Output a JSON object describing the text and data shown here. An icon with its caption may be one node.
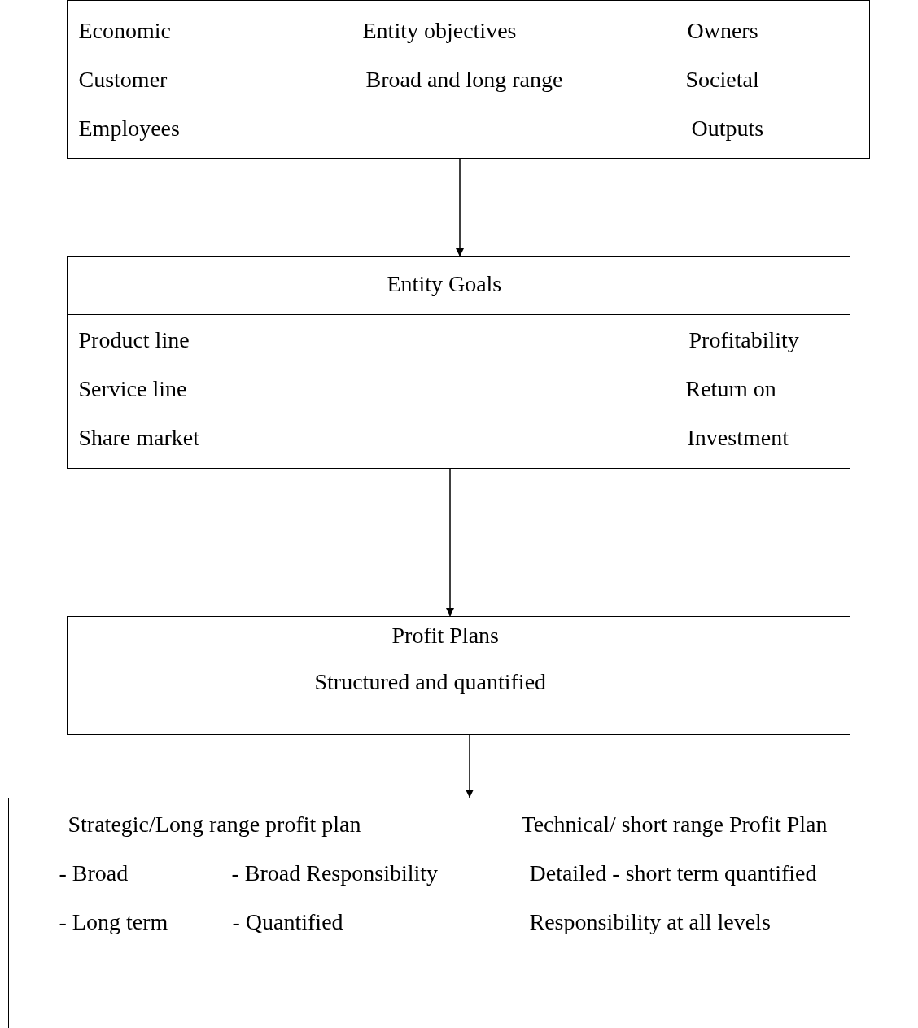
{
  "diagram": {
    "nodes": [
      {
        "text": [
          "Economic",
          "Entity objectives",
          "Owners",
          "Customer",
          "Broad and long range",
          "Societal",
          "Employees",
          "Outputs"
        ]
      },
      {
        "text": [
          "Entity Goals",
          "Product line",
          "Profitability",
          "Service line",
          "Return on",
          "Share market",
          "Investment"
        ]
      },
      {
        "text": [
          "Profit Plans",
          "Structured and quantified"
        ]
      },
      {
        "text": [
          "Strategic/Long range profit plan",
          "Technical/ short range Profit Plan",
          "- Broad",
          "- Broad Responsibility",
          "Detailed - short term quantified",
          "- Long term",
          "- Quantified",
          "Responsibility at all levels"
        ]
      }
    ],
    "edges": [
      {
        "from": 0,
        "to": 1,
        "arrow": "to"
      },
      {
        "from": 1,
        "to": 2,
        "arrow": "to"
      },
      {
        "from": 2,
        "to": 3,
        "arrow": "to"
      }
    ]
  }
}
